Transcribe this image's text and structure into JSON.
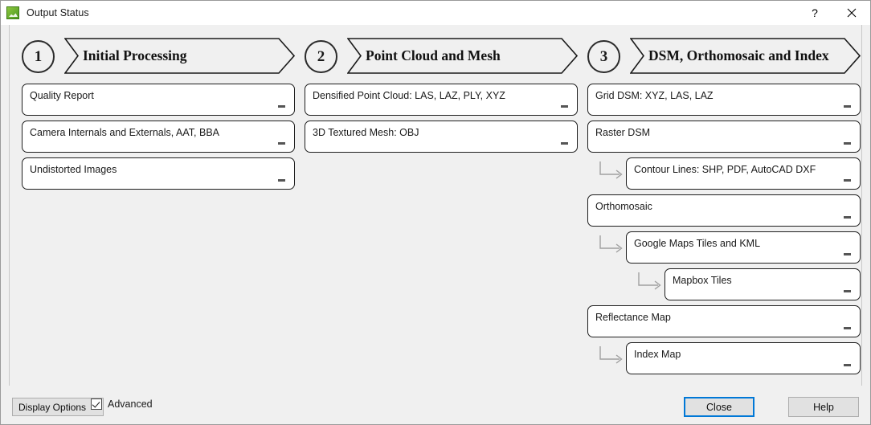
{
  "window": {
    "title": "Output Status",
    "icon": "app-icon",
    "help_glyph": "?",
    "close_glyph": "close-icon"
  },
  "columns": [
    {
      "step_number": "1",
      "step_title": "Initial Processing",
      "items": [
        {
          "label": "Quality Report",
          "status": "-",
          "indent": 0
        },
        {
          "label": "Camera Internals and Externals, AAT, BBA",
          "status": "-",
          "indent": 0
        },
        {
          "label": "Undistorted Images",
          "status": "-",
          "indent": 0
        }
      ]
    },
    {
      "step_number": "2",
      "step_title": "Point Cloud and Mesh",
      "items": [
        {
          "label": "Densified Point Cloud: LAS, LAZ, PLY, XYZ",
          "status": "-",
          "indent": 0
        },
        {
          "label": "3D Textured Mesh: OBJ",
          "status": "-",
          "indent": 0
        }
      ]
    },
    {
      "step_number": "3",
      "step_title": "DSM, Orthomosaic and Index",
      "items": [
        {
          "label": "Grid DSM: XYZ, LAS, LAZ",
          "status": "-",
          "indent": 0
        },
        {
          "label": "Raster DSM",
          "status": "-",
          "indent": 0
        },
        {
          "label": "Contour Lines: SHP, PDF, AutoCAD DXF",
          "status": "-",
          "indent": 1
        },
        {
          "label": "Orthomosaic",
          "status": "-",
          "indent": 0
        },
        {
          "label": "Google Maps Tiles and KML",
          "status": "-",
          "indent": 1
        },
        {
          "label": "Mapbox Tiles",
          "status": "-",
          "indent": 2
        },
        {
          "label": "Reflectance Map",
          "status": "-",
          "indent": 0
        },
        {
          "label": "Index Map",
          "status": "-",
          "indent": 1
        }
      ]
    }
  ],
  "footer": {
    "display_options_label": "Display Options",
    "advanced_label": "Advanced",
    "advanced_checked": true,
    "close_label": "Close",
    "help_label": "Help"
  },
  "colors": {
    "accent": "#0078D7",
    "window_bg": "#F0F0F0",
    "titlebar_bg": "#FFFFFF",
    "item_bg": "#FFFFFF",
    "item_border": "#1E1E1E",
    "status_dash": "#555555",
    "connector": "#A0A0A0"
  }
}
